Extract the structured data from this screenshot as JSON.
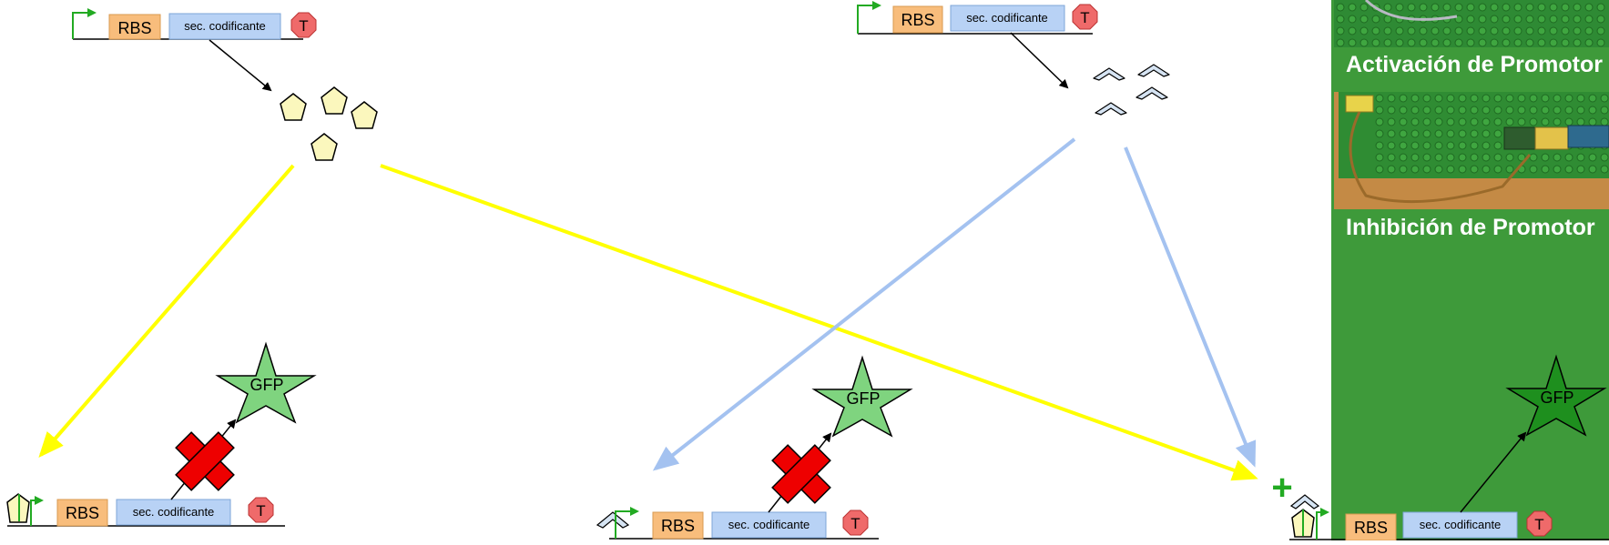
{
  "construct": {
    "rbs_label": "RBS",
    "coding_label": "sec. codificante",
    "terminator_label": "T"
  },
  "reporter": {
    "label": "GFP"
  },
  "combination": {
    "plus_label": "+"
  },
  "side_panel": {
    "caption_activation": "Activación de Promotor",
    "caption_inhibition": "Inhibición de Promotor",
    "background_color": "#3e9a3a"
  },
  "colors": {
    "activator_arrow": "#ffff00",
    "inhibitor_arrow": "#a4c2f0",
    "activator_molecule": "#fbf7bd",
    "inhibitor_molecule": "#d6e4f3",
    "rbs_fill": "#f8bd7c",
    "coding_fill": "#b8d2f5",
    "terminator_fill": "#ef6a6a",
    "gfp_fill": "#7fd47f",
    "block_cross": "#ee0000",
    "promoter_arrow": "#22aa22"
  }
}
